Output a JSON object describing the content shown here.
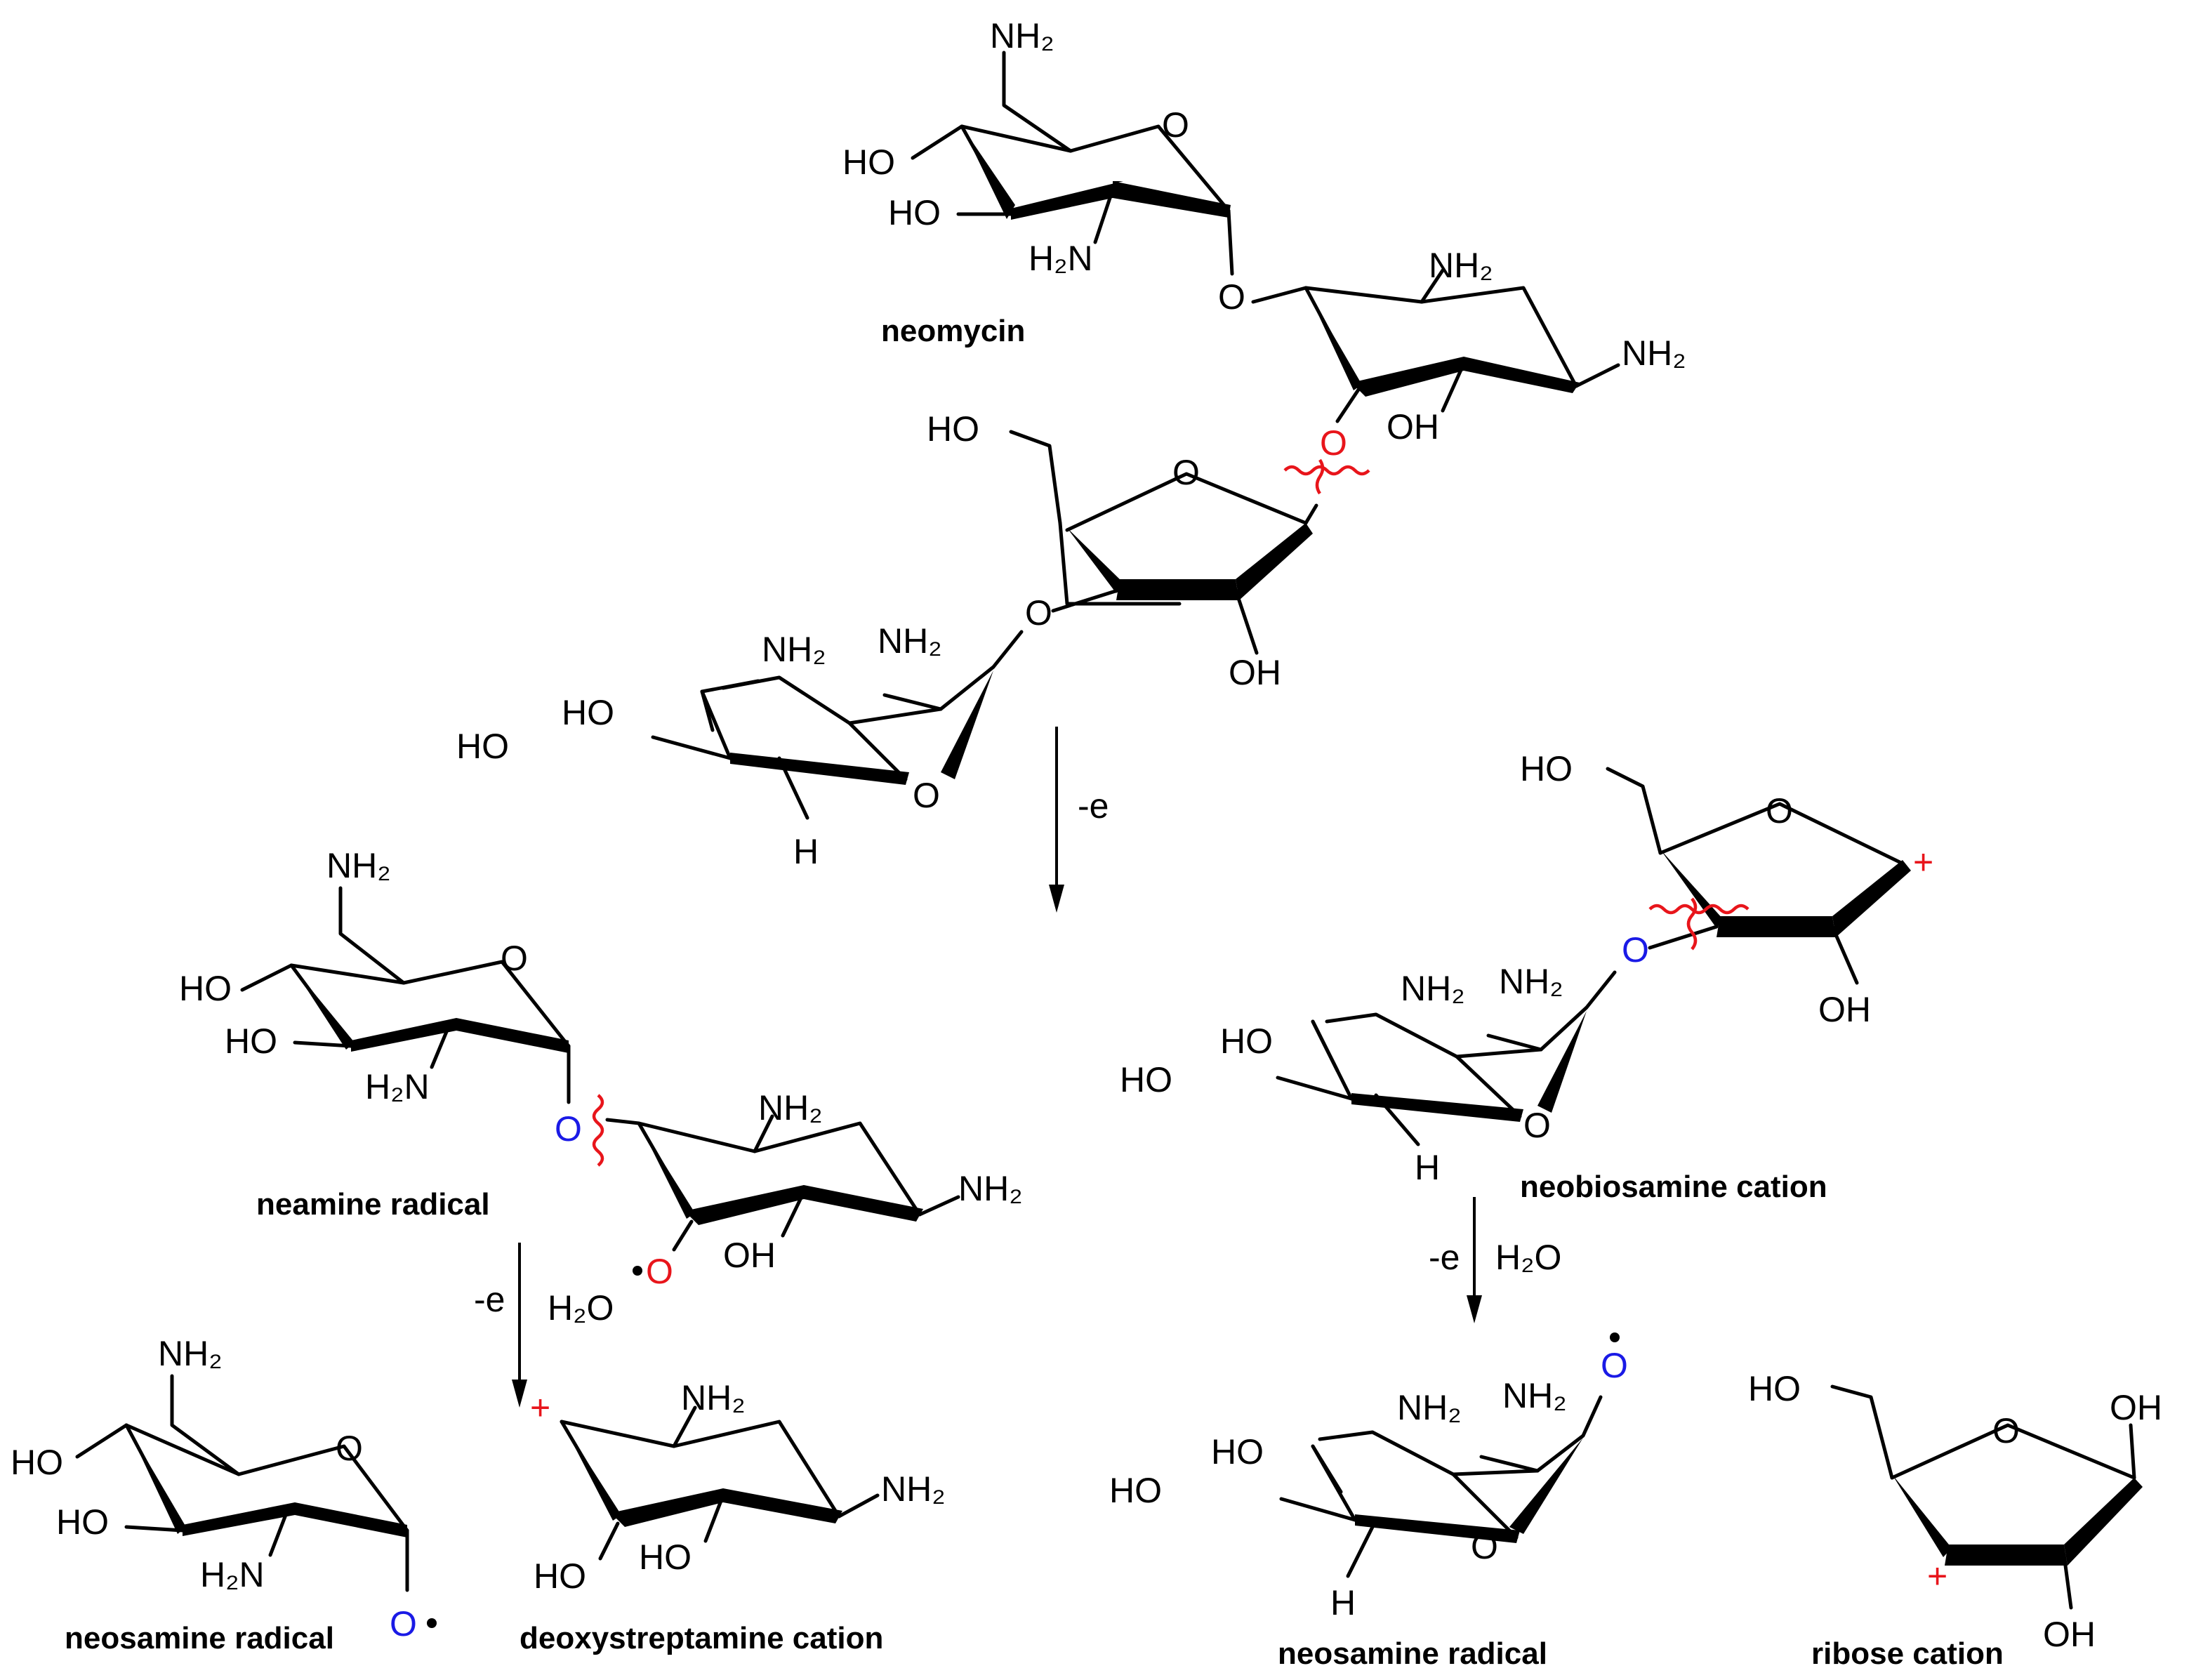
{
  "colors": {
    "bond": "#000000",
    "cleavage_bond": "#e8151b",
    "cleaved_oxygen_red": "#e8151b",
    "radical_oxygen_blue": "#1a1ae6",
    "cation_charge": "#e8151b"
  },
  "labels": {
    "neomycin": "neomycin",
    "neamine_radical": "neamine radical",
    "neobiosamine_cation": "neobiosamine cation",
    "neosamine_radical_left": "neosamine radical",
    "deoxystreptamine_cation": "deoxystreptamine cation",
    "neosamine_radical_right": "neosamine radical",
    "ribose_cation": "ribose cation"
  },
  "reagents": {
    "step1": "-e",
    "step2_left": "-e",
    "step2_right_electron": "-e",
    "step2_right_water": "H₂O",
    "water_by_neamine": "H₂O"
  },
  "atoms": {
    "nh2": "NH₂",
    "h2n": "H₂N",
    "ho": "HO",
    "oh": "OH",
    "o": "O",
    "h": "H",
    "plus": "+"
  }
}
